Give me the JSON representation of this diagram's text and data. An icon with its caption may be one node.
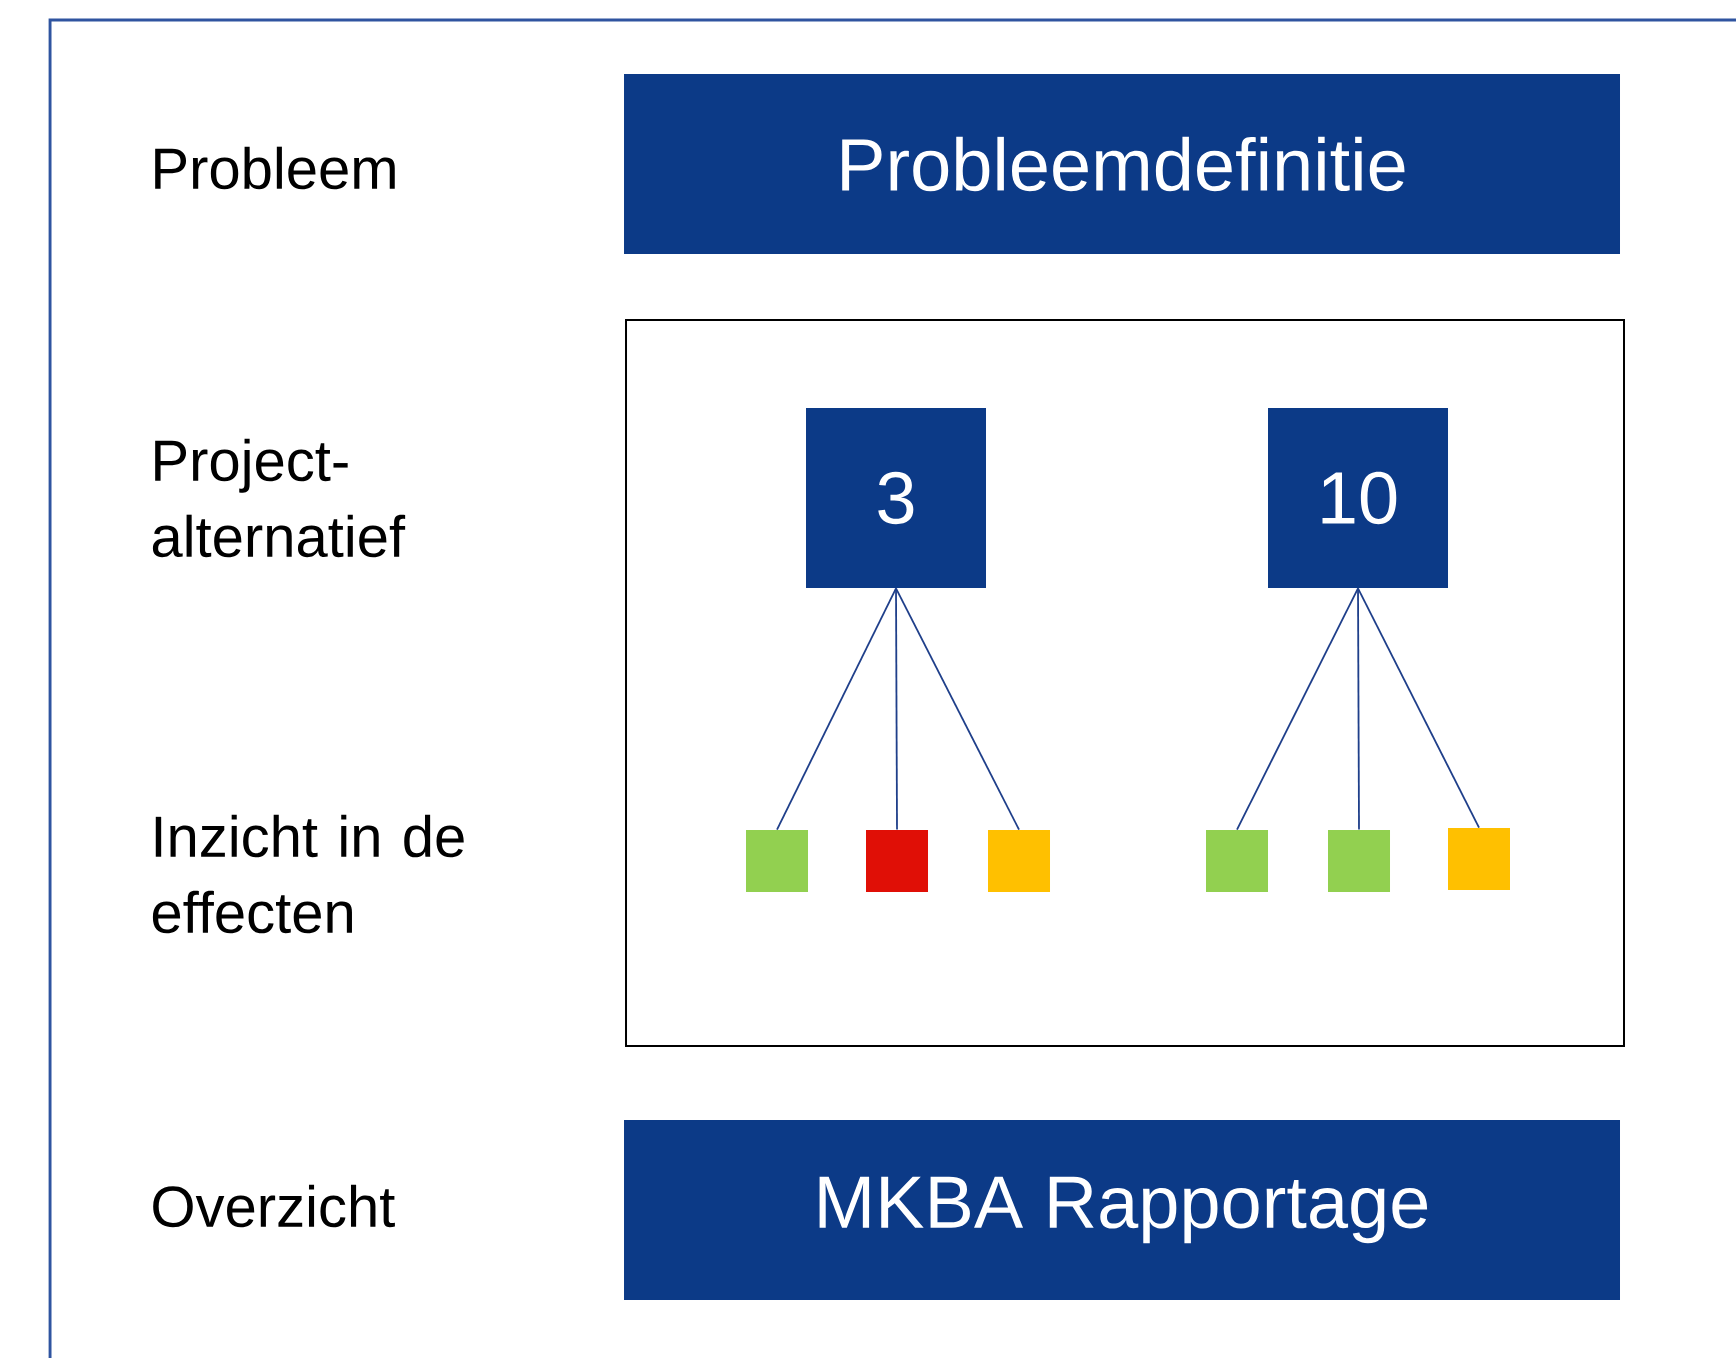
{
  "diagram": {
    "nodes": [
      {
        "text": [
          "Probleemdefinitie"
        ]
      },
      {
        "text": [],
        "shape": "box"
      },
      {
        "text": [
          "3"
        ],
        "in": 1
      },
      {
        "text": [
          "10"
        ],
        "in": 1
      },
      {
        "text": [],
        "shape": "box",
        "in": 1
      },
      {
        "text": [],
        "shape": "box",
        "in": 1
      },
      {
        "text": [],
        "shape": "box",
        "in": 1
      },
      {
        "text": [],
        "shape": "box",
        "in": 1
      },
      {
        "text": [],
        "shape": "box",
        "in": 1
      },
      {
        "text": [],
        "shape": "box",
        "in": 1
      },
      {
        "text": [
          "MKBA Rapportage"
        ]
      }
    ],
    "edges": [
      {
        "from": 2,
        "to": 4,
        "arrow": "none"
      },
      {
        "from": 2,
        "to": 5,
        "arrow": "none"
      },
      {
        "from": 2,
        "to": 6,
        "arrow": "none"
      },
      {
        "from": 3,
        "to": 7,
        "arrow": "none"
      },
      {
        "from": 3,
        "to": 8,
        "arrow": "none"
      },
      {
        "from": 3,
        "to": 9,
        "arrow": "none"
      }
    ],
    "labels": [
      "Probleem",
      "Project-alternatief",
      "Inzicht in de effecten",
      "Overzicht"
    ]
  }
}
